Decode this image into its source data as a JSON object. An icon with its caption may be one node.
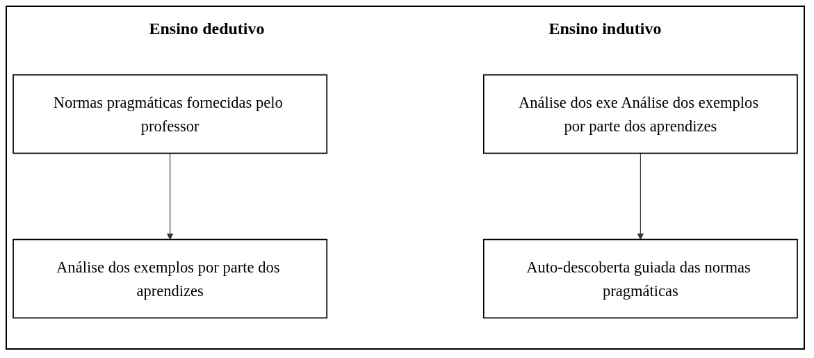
{
  "diagram": {
    "nodes": [
      {
        "text": [
          "Normas pragmáticas fornecidas pelo professor"
        ]
      },
      {
        "text": [
          "Análise dos exemplos por parte dos aprendizes"
        ]
      },
      {
        "text": [
          "Análise dos exe Análise dos exemplos por parte dos aprendizes"
        ]
      },
      {
        "text": [
          "Auto-descoberta guiada das normas pragmáticas"
        ]
      }
    ],
    "edges": [
      {
        "from": 0,
        "to": 1,
        "arrow": "to"
      },
      {
        "from": 2,
        "to": 3,
        "arrow": "to"
      }
    ],
    "labels": [
      "Ensino dedutivo",
      "Ensino indutivo"
    ]
  }
}
